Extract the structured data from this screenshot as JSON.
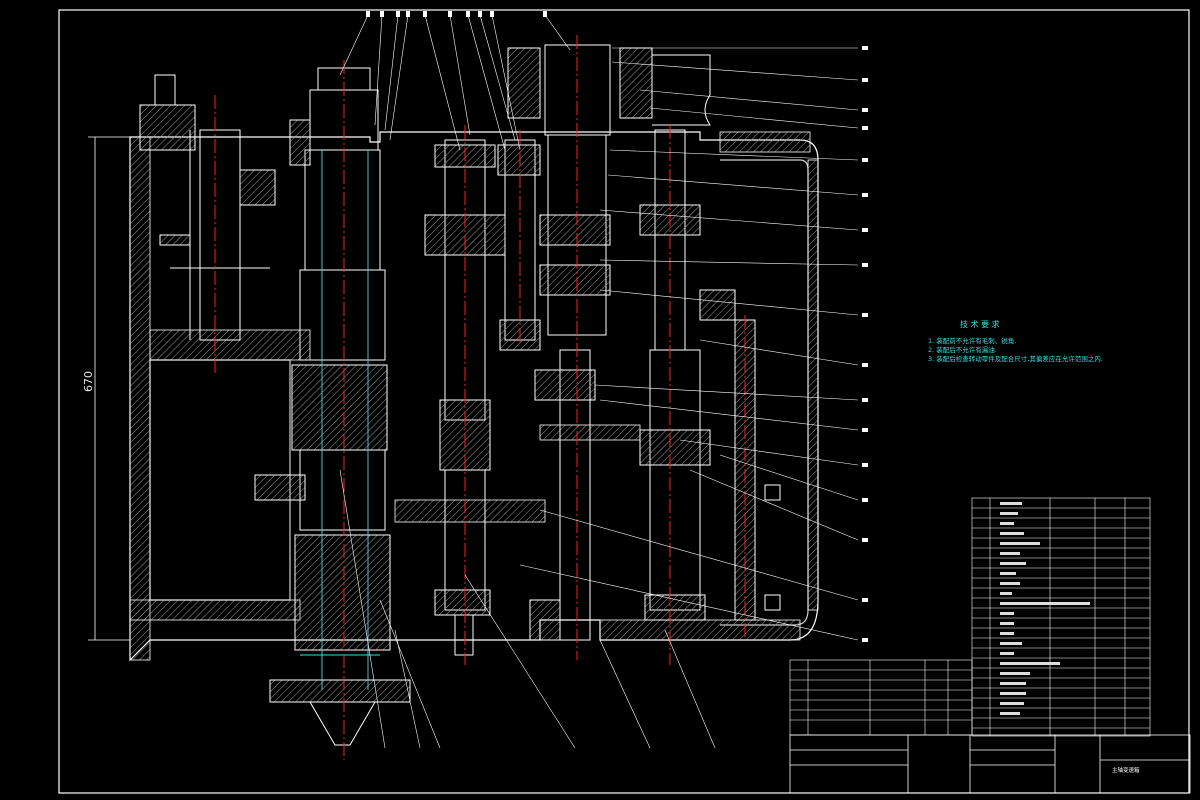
{
  "drawing": {
    "overall_dimension": "670",
    "tech_notes_title": "技 术 要 求",
    "tech_notes": [
      "1. 装配前不允许有毛刺、锐角.",
      "2. 装配后不允许有漏油.",
      "3. 装配后检查转动零件及配合尺寸,其偏差应在允许范围之内."
    ],
    "colors": {
      "background": "#000000",
      "outline": "#ffffff",
      "hatch": "#9a9a9a",
      "centerline": "#ff2020",
      "cyan": "#33e0e0",
      "frame": "#ffffff"
    }
  },
  "title_block": {
    "drawing_name": "主轴变速箱",
    "school": "",
    "material": "",
    "designer": ""
  }
}
